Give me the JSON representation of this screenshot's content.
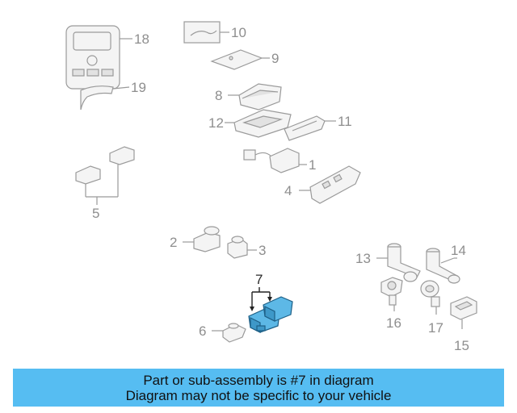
{
  "callouts": {
    "n1": "1",
    "n2": "2",
    "n3": "3",
    "n4": "4",
    "n5": "5",
    "n6": "6",
    "n7": "7",
    "n8": "8",
    "n9": "9",
    "n10": "10",
    "n11": "11",
    "n12": "12",
    "n13": "13",
    "n14": "14",
    "n15": "15",
    "n16": "16",
    "n17": "17",
    "n18": "18",
    "n19": "19"
  },
  "highlight_color": "#5db8e6",
  "caption": {
    "line1": "Part or sub-assembly is #7 in diagram",
    "line2": "Diagram may not be specific to your vehicle",
    "background": "#56bdf2"
  }
}
